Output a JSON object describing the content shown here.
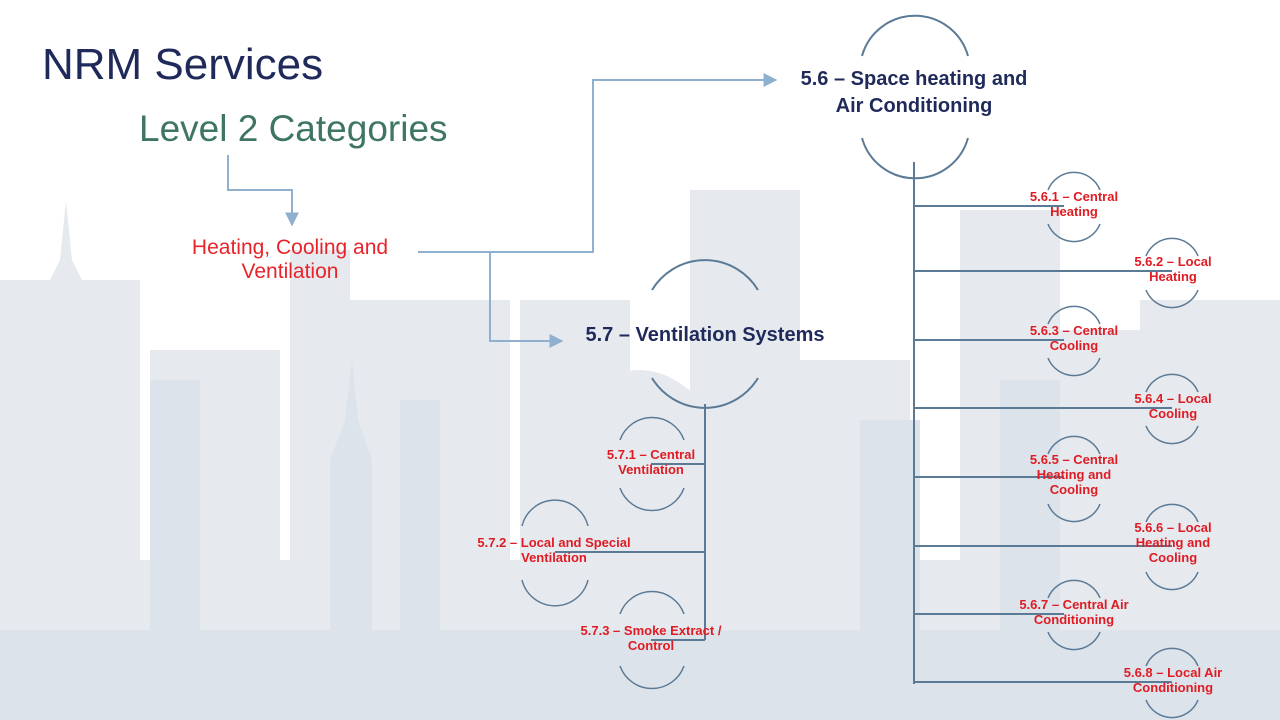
{
  "slide": {
    "title": "NRM Services",
    "subtitle": "Level 2 Categories"
  },
  "diagram": {
    "root": {
      "line1": "Heating, Cooling and",
      "line2": "Ventilation"
    },
    "space_heating": {
      "line1": "5.6 – Space heating and",
      "line2": "Air Conditioning",
      "items": [
        {
          "line1": "5.6.1 – Central",
          "line2": "Heating"
        },
        {
          "line1": "5.6.2 – Local",
          "line2": "Heating"
        },
        {
          "line1": "5.6.3 – Central",
          "line2": "Cooling"
        },
        {
          "line1": "5.6.4 – Local",
          "line2": "Cooling"
        },
        {
          "line1": "5.6.5 – Central",
          "line2": "Heating and",
          "line3": "Cooling"
        },
        {
          "line1": "5.6.6 – Local",
          "line2": "Heating and",
          "line3": "Cooling"
        },
        {
          "line1": "5.6.7 – Central Air",
          "line2": "Conditioning"
        },
        {
          "line1": "5.6.8 – Local Air",
          "line2": "Conditioning"
        }
      ]
    },
    "ventilation": {
      "label": "5.7 – Ventilation Systems",
      "items": [
        {
          "line1": "5.7.1 – Central",
          "line2": "Ventilation"
        },
        {
          "line1": "5.7.2 – Local and Special",
          "line2": "Ventilation"
        },
        {
          "line1": "5.7.3 – Smoke Extract /",
          "line2": "Control"
        }
      ]
    }
  },
  "colors": {
    "title": "#1f2a5a",
    "subtitle": "#3f7563",
    "red_text": "#e01b23",
    "connector": "#5b7a96",
    "arrow": "#8fb0cf"
  }
}
